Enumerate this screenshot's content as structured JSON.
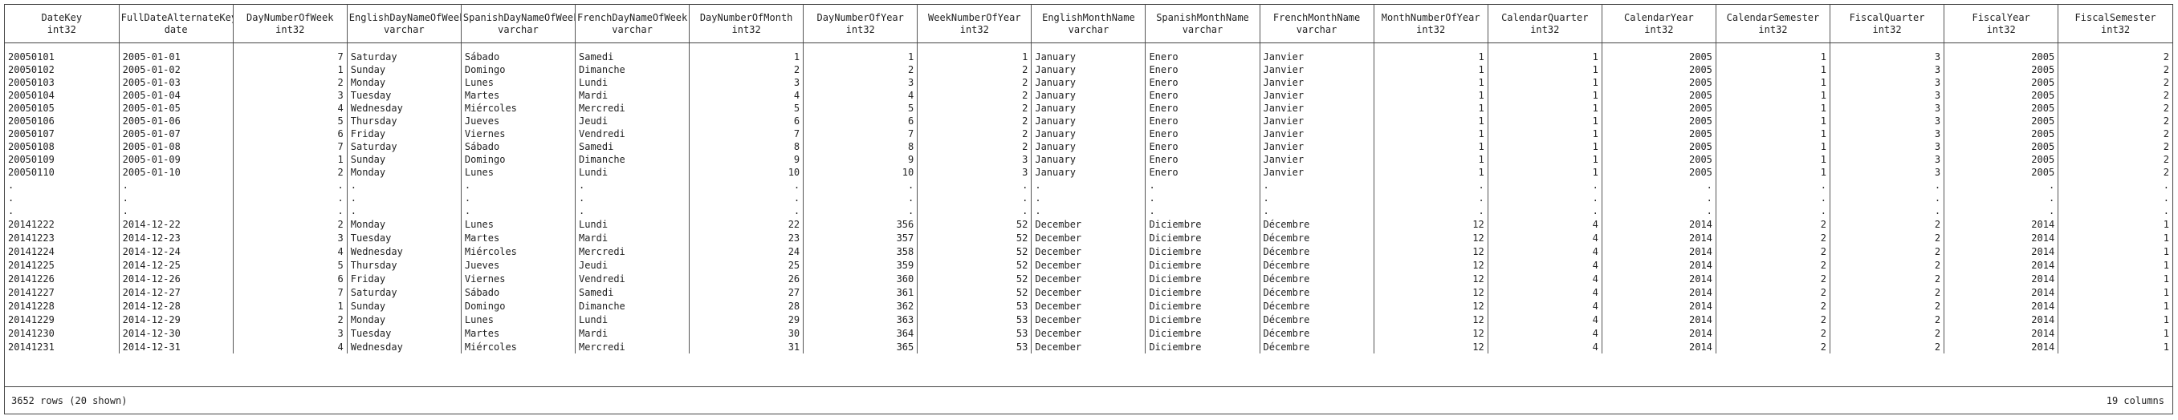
{
  "columns": [
    {
      "name": "DateKey",
      "type": "int32",
      "align": "str"
    },
    {
      "name": "FullDateAlternateKey",
      "type": "date",
      "align": "str"
    },
    {
      "name": "DayNumberOfWeek",
      "type": "int32",
      "align": "num"
    },
    {
      "name": "EnglishDayNameOfWeek",
      "type": "varchar",
      "align": "str"
    },
    {
      "name": "SpanishDayNameOfWeek",
      "type": "varchar",
      "align": "str"
    },
    {
      "name": "FrenchDayNameOfWeek",
      "type": "varchar",
      "align": "str"
    },
    {
      "name": "DayNumberOfMonth",
      "type": "int32",
      "align": "num"
    },
    {
      "name": "DayNumberOfYear",
      "type": "int32",
      "align": "num"
    },
    {
      "name": "WeekNumberOfYear",
      "type": "int32",
      "align": "num"
    },
    {
      "name": "EnglishMonthName",
      "type": "varchar",
      "align": "str"
    },
    {
      "name": "SpanishMonthName",
      "type": "varchar",
      "align": "str"
    },
    {
      "name": "FrenchMonthName",
      "type": "varchar",
      "align": "str"
    },
    {
      "name": "MonthNumberOfYear",
      "type": "int32",
      "align": "num"
    },
    {
      "name": "CalendarQuarter",
      "type": "int32",
      "align": "num"
    },
    {
      "name": "CalendarYear",
      "type": "int32",
      "align": "num"
    },
    {
      "name": "CalendarSemester",
      "type": "int32",
      "align": "num"
    },
    {
      "name": "FiscalQuarter",
      "type": "int32",
      "align": "num"
    },
    {
      "name": "FiscalYear",
      "type": "int32",
      "align": "num"
    },
    {
      "name": "FiscalSemester",
      "type": "int32",
      "align": "num"
    }
  ],
  "rows_head": [
    [
      "20050101",
      "2005-01-01",
      "7",
      "Saturday",
      "Sábado",
      "Samedi",
      "1",
      "1",
      "1",
      "January",
      "Enero",
      "Janvier",
      "1",
      "1",
      "2005",
      "1",
      "3",
      "2005",
      "2"
    ],
    [
      "20050102",
      "2005-01-02",
      "1",
      "Sunday",
      "Domingo",
      "Dimanche",
      "2",
      "2",
      "2",
      "January",
      "Enero",
      "Janvier",
      "1",
      "1",
      "2005",
      "1",
      "3",
      "2005",
      "2"
    ],
    [
      "20050103",
      "2005-01-03",
      "2",
      "Monday",
      "Lunes",
      "Lundi",
      "3",
      "3",
      "2",
      "January",
      "Enero",
      "Janvier",
      "1",
      "1",
      "2005",
      "1",
      "3",
      "2005",
      "2"
    ],
    [
      "20050104",
      "2005-01-04",
      "3",
      "Tuesday",
      "Martes",
      "Mardi",
      "4",
      "4",
      "2",
      "January",
      "Enero",
      "Janvier",
      "1",
      "1",
      "2005",
      "1",
      "3",
      "2005",
      "2"
    ],
    [
      "20050105",
      "2005-01-05",
      "4",
      "Wednesday",
      "Miércoles",
      "Mercredi",
      "5",
      "5",
      "2",
      "January",
      "Enero",
      "Janvier",
      "1",
      "1",
      "2005",
      "1",
      "3",
      "2005",
      "2"
    ],
    [
      "20050106",
      "2005-01-06",
      "5",
      "Thursday",
      "Jueves",
      "Jeudi",
      "6",
      "6",
      "2",
      "January",
      "Enero",
      "Janvier",
      "1",
      "1",
      "2005",
      "1",
      "3",
      "2005",
      "2"
    ],
    [
      "20050107",
      "2005-01-07",
      "6",
      "Friday",
      "Viernes",
      "Vendredi",
      "7",
      "7",
      "2",
      "January",
      "Enero",
      "Janvier",
      "1",
      "1",
      "2005",
      "1",
      "3",
      "2005",
      "2"
    ],
    [
      "20050108",
      "2005-01-08",
      "7",
      "Saturday",
      "Sábado",
      "Samedi",
      "8",
      "8",
      "2",
      "January",
      "Enero",
      "Janvier",
      "1",
      "1",
      "2005",
      "1",
      "3",
      "2005",
      "2"
    ],
    [
      "20050109",
      "2005-01-09",
      "1",
      "Sunday",
      "Domingo",
      "Dimanche",
      "9",
      "9",
      "3",
      "January",
      "Enero",
      "Janvier",
      "1",
      "1",
      "2005",
      "1",
      "3",
      "2005",
      "2"
    ],
    [
      "20050110",
      "2005-01-10",
      "2",
      "Monday",
      "Lunes",
      "Lundi",
      "10",
      "10",
      "3",
      "January",
      "Enero",
      "Janvier",
      "1",
      "1",
      "2005",
      "1",
      "3",
      "2005",
      "2"
    ]
  ],
  "ellipsis_rows": 3,
  "ellipsis_char": ".",
  "rows_tail": [
    [
      "20141222",
      "2014-12-22",
      "2",
      "Monday",
      "Lunes",
      "Lundi",
      "22",
      "356",
      "52",
      "December",
      "Diciembre",
      "Décembre",
      "12",
      "4",
      "2014",
      "2",
      "2",
      "2014",
      "1"
    ],
    [
      "20141223",
      "2014-12-23",
      "3",
      "Tuesday",
      "Martes",
      "Mardi",
      "23",
      "357",
      "52",
      "December",
      "Diciembre",
      "Décembre",
      "12",
      "4",
      "2014",
      "2",
      "2",
      "2014",
      "1"
    ],
    [
      "20141224",
      "2014-12-24",
      "4",
      "Wednesday",
      "Miércoles",
      "Mercredi",
      "24",
      "358",
      "52",
      "December",
      "Diciembre",
      "Décembre",
      "12",
      "4",
      "2014",
      "2",
      "2",
      "2014",
      "1"
    ],
    [
      "20141225",
      "2014-12-25",
      "5",
      "Thursday",
      "Jueves",
      "Jeudi",
      "25",
      "359",
      "52",
      "December",
      "Diciembre",
      "Décembre",
      "12",
      "4",
      "2014",
      "2",
      "2",
      "2014",
      "1"
    ],
    [
      "20141226",
      "2014-12-26",
      "6",
      "Friday",
      "Viernes",
      "Vendredi",
      "26",
      "360",
      "52",
      "December",
      "Diciembre",
      "Décembre",
      "12",
      "4",
      "2014",
      "2",
      "2",
      "2014",
      "1"
    ],
    [
      "20141227",
      "2014-12-27",
      "7",
      "Saturday",
      "Sábado",
      "Samedi",
      "27",
      "361",
      "52",
      "December",
      "Diciembre",
      "Décembre",
      "12",
      "4",
      "2014",
      "2",
      "2",
      "2014",
      "1"
    ],
    [
      "20141228",
      "2014-12-28",
      "1",
      "Sunday",
      "Domingo",
      "Dimanche",
      "28",
      "362",
      "53",
      "December",
      "Diciembre",
      "Décembre",
      "12",
      "4",
      "2014",
      "2",
      "2",
      "2014",
      "1"
    ],
    [
      "20141229",
      "2014-12-29",
      "2",
      "Monday",
      "Lunes",
      "Lundi",
      "29",
      "363",
      "53",
      "December",
      "Diciembre",
      "Décembre",
      "12",
      "4",
      "2014",
      "2",
      "2",
      "2014",
      "1"
    ],
    [
      "20141230",
      "2014-12-30",
      "3",
      "Tuesday",
      "Martes",
      "Mardi",
      "30",
      "364",
      "53",
      "December",
      "Diciembre",
      "Décembre",
      "12",
      "4",
      "2014",
      "2",
      "2",
      "2014",
      "1"
    ],
    [
      "20141231",
      "2014-12-31",
      "4",
      "Wednesday",
      "Miércoles",
      "Mercredi",
      "31",
      "365",
      "53",
      "December",
      "Diciembre",
      "Décembre",
      "12",
      "4",
      "2014",
      "2",
      "2",
      "2014",
      "1"
    ]
  ],
  "footer": {
    "row_count": "3652 rows (20 shown)",
    "column_count": "19 columns"
  }
}
